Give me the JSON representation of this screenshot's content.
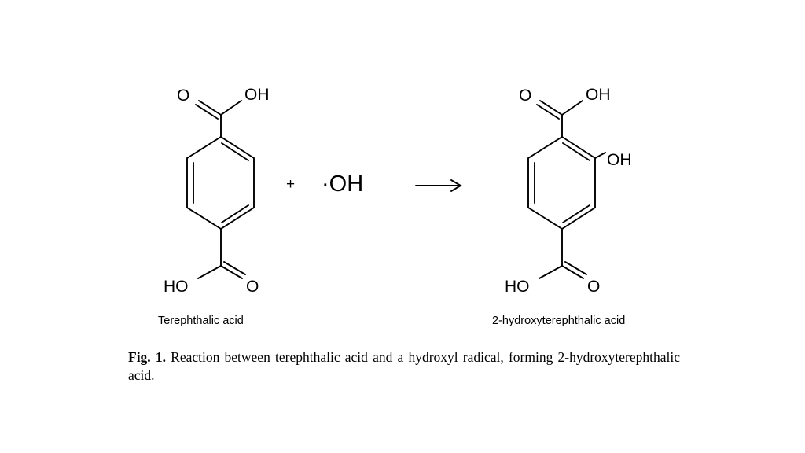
{
  "reactant": {
    "name": "Terephthalic acid",
    "atoms": {
      "top_o": "O",
      "top_oh": "OH",
      "bottom_ho": "HO",
      "bottom_o": "O"
    }
  },
  "operator": "+",
  "radical": "·OH",
  "product": {
    "name": "2-hydroxyterephthalic acid",
    "atoms": {
      "top_o": "O",
      "top_oh": "OH",
      "ring_oh": "OH",
      "bottom_ho": "HO",
      "bottom_o": "O"
    }
  },
  "caption": {
    "label": "Fig. 1.",
    "text": "Reaction between terephthalic acid and a hydroxyl radical, forming 2-hydroxyterephthalic acid."
  }
}
